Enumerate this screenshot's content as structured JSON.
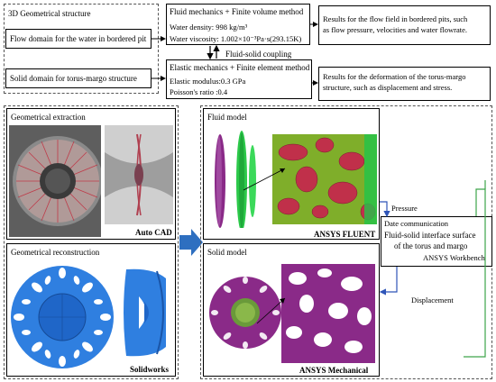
{
  "top": {
    "structure_label": "3D Geometrical structure",
    "flow_domain": "Flow domain for the water in bordered pit",
    "solid_domain": "Solid domain for torus-margo structure",
    "fluid_method": {
      "title": "Fluid mechanics + Finite volume method",
      "density": "Water density: 998 kg/m³",
      "viscosity": "Water viscosity: 1.002×10⁻³Pa·s(293.15K)"
    },
    "coupling": "Fluid-solid coupling",
    "elastic_method": {
      "title": "Elastic mechanics + Finite element method",
      "modulus": "Elastic modulus:0.3 GPa",
      "poisson": "Poisson's ratio :0.4"
    },
    "flow_results": [
      "Results for the flow field in bordered pits, such",
      "as flow pressure, velocities and water flowrate."
    ],
    "deform_results": [
      "Results for the deformation of the torus-margo",
      "structure, such as displacement and stress."
    ]
  },
  "left": {
    "extraction_label": "Geometrical extraction",
    "autocad": "Auto CAD",
    "reconstruction_label": "Geometrical reconstruction",
    "solidworks": "Solidworks"
  },
  "right": {
    "fluid_label": "Fluid model",
    "fluent": "ANSYS FLUENT",
    "solid_label": "Solid model",
    "mechanical": "ANSYS Mechanical",
    "pressure": "Pressure",
    "displacement": "Displacement",
    "communication": {
      "title": "Date communication",
      "line1": "Fluid-solid interface surface",
      "line2": "of the torus and margo",
      "app": "ANSYS Workbench"
    }
  },
  "colors": {
    "arrow_blue": "#2e6fc0",
    "feedback_blue": "#2f55b8",
    "feedback_green": "#3da54a",
    "mesh_red": "#c0304a",
    "mesh_green": "#7fae2a",
    "mesh_purple": "#8a2a88",
    "solid_blue": "#2f7fe0"
  }
}
